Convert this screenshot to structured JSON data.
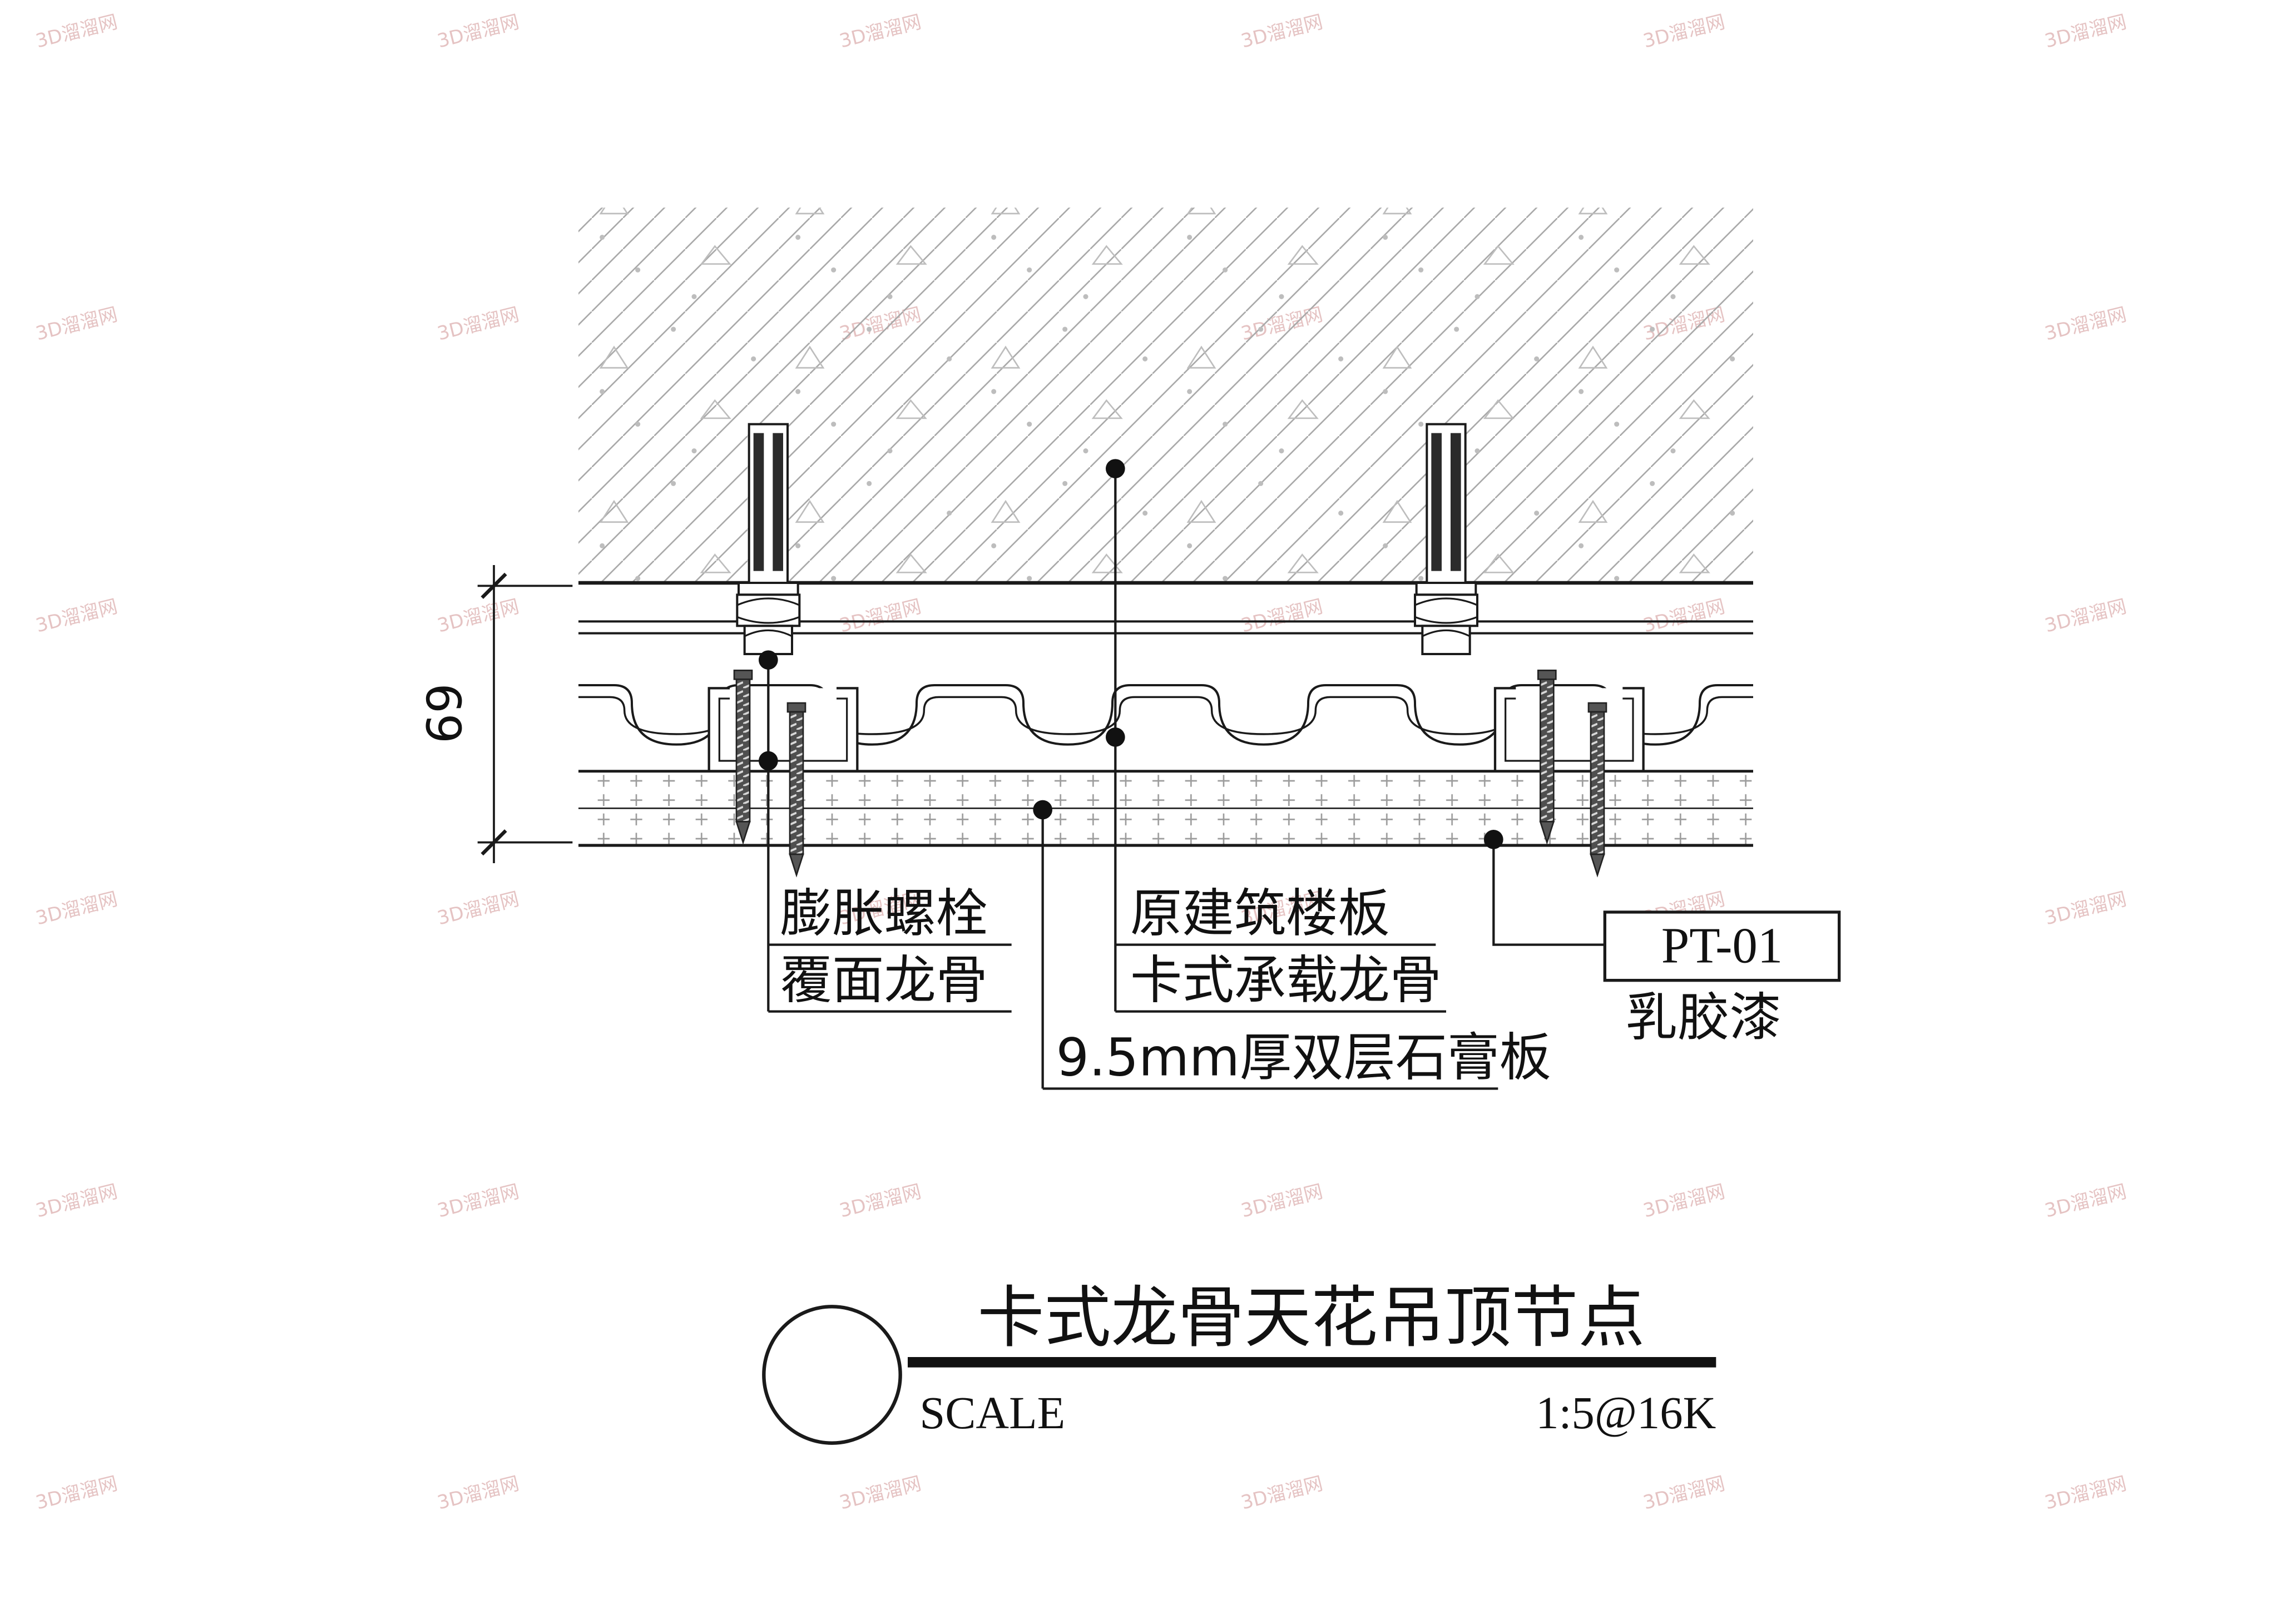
{
  "watermark": {
    "text": "3D溜溜网",
    "color": "#d49c9c"
  },
  "drawing": {
    "dimension": "69",
    "labels": {
      "expansion_bolt": "膨胀螺栓",
      "furring_keel": "覆面龙骨",
      "original_slab": "原建筑楼板",
      "carrier_keel": "卡式承载龙骨",
      "gypsum_board": "9.5mm厚双层石膏板",
      "paint_code": "PT-01",
      "paint_name": "乳胶漆"
    }
  },
  "title_block": {
    "title": "卡式龙骨天花吊顶节点",
    "scale_label": "SCALE",
    "scale_value": "1:5@16K"
  }
}
